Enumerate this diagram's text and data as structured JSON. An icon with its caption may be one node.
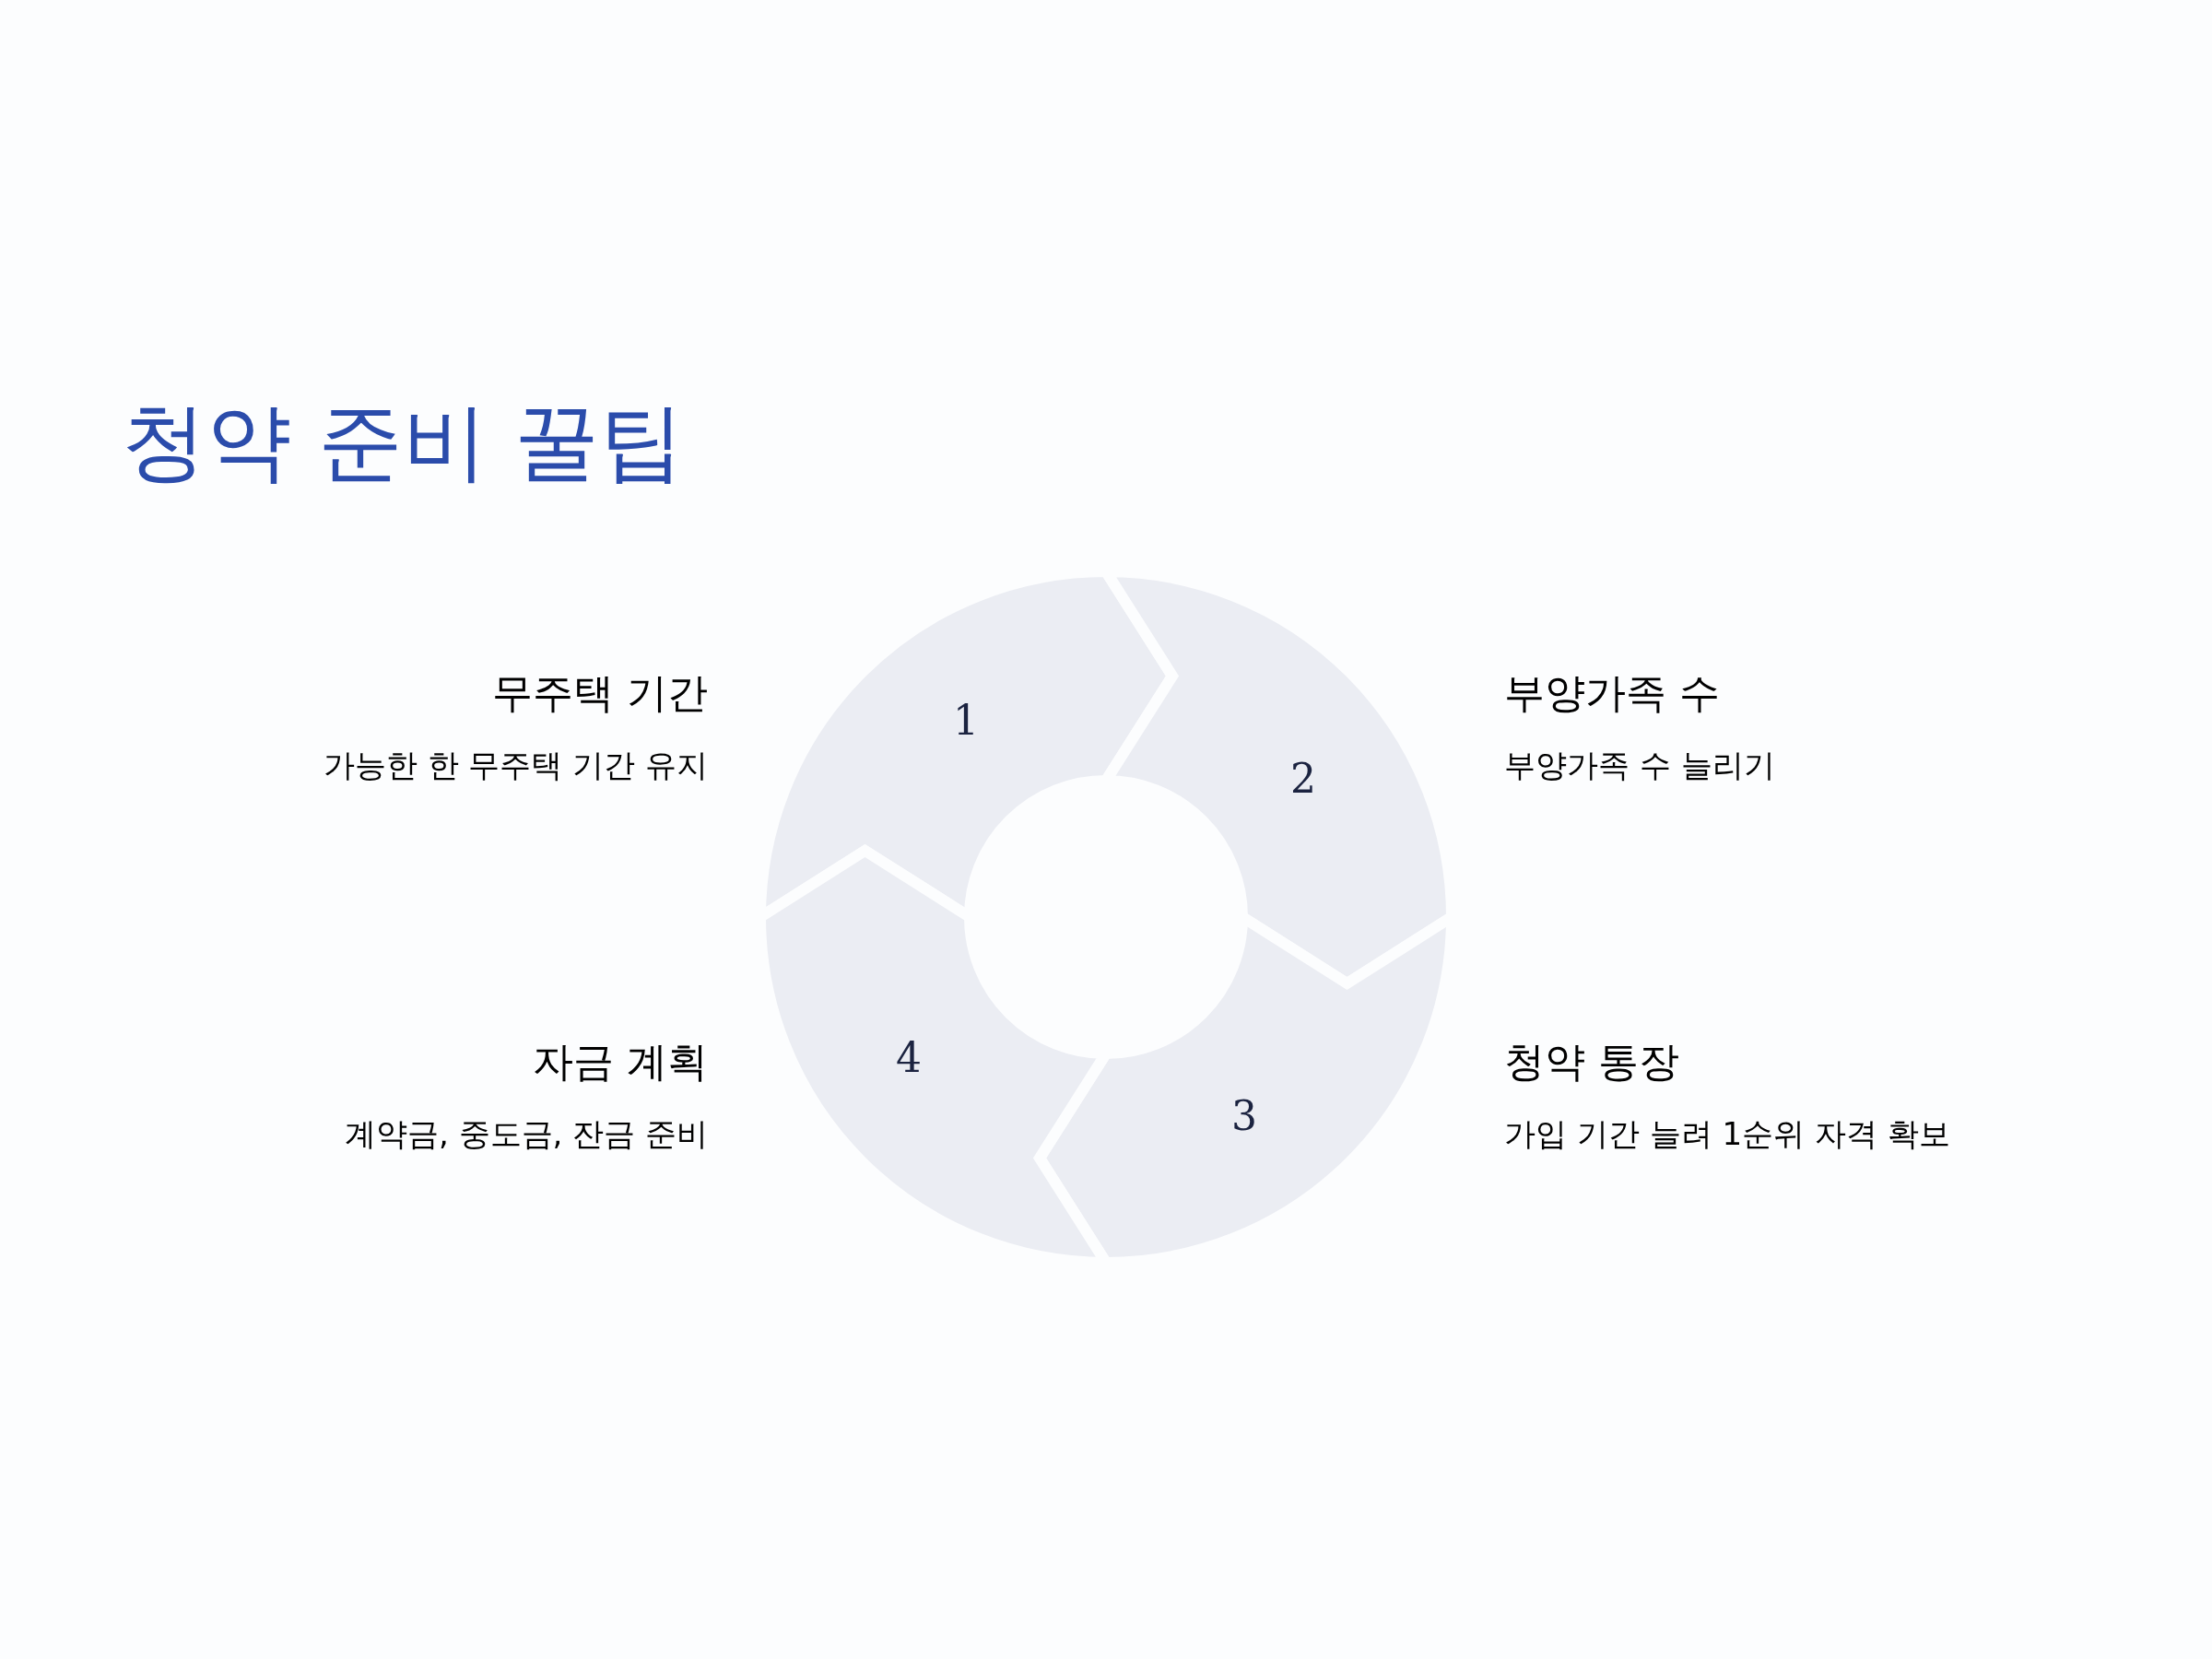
{
  "diagram": {
    "title": "청약 준비 꿀팁",
    "nodes": [
      {
        "text": [
          "1"
        ],
        "beside": [
          "무주택 기간",
          "가능한 한 무주택 기간 유지"
        ]
      },
      {
        "text": [
          "2"
        ],
        "beside": [
          "부양가족 수",
          "부양가족 수 늘리기"
        ]
      },
      {
        "text": [
          "3"
        ],
        "beside": [
          "청약 통장",
          "가입 기간 늘려 1순위 자격 확보"
        ]
      },
      {
        "text": [
          "4"
        ],
        "beside": [
          "자금 계획",
          "계약금, 중도금, 잔금 준비"
        ]
      }
    ]
  }
}
